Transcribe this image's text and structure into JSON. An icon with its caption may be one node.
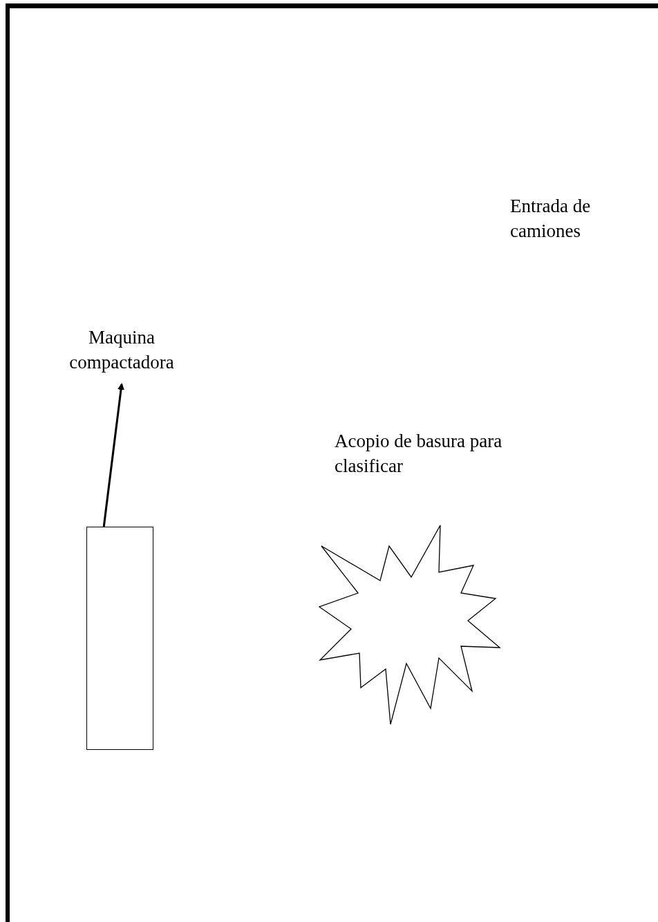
{
  "diagram": {
    "nodes": [
      {
        "text": [
          "Maquina compactadora"
        ]
      },
      {
        "text": [],
        "shape": "box"
      },
      {
        "text": [],
        "shape": "star",
        "beside": [
          "Acopio de basura para clasificar"
        ]
      }
    ],
    "edges": [
      {
        "from": 1,
        "to": 0,
        "arrow": "to"
      }
    ],
    "labels": [
      "Entrada de camiones"
    ]
  }
}
